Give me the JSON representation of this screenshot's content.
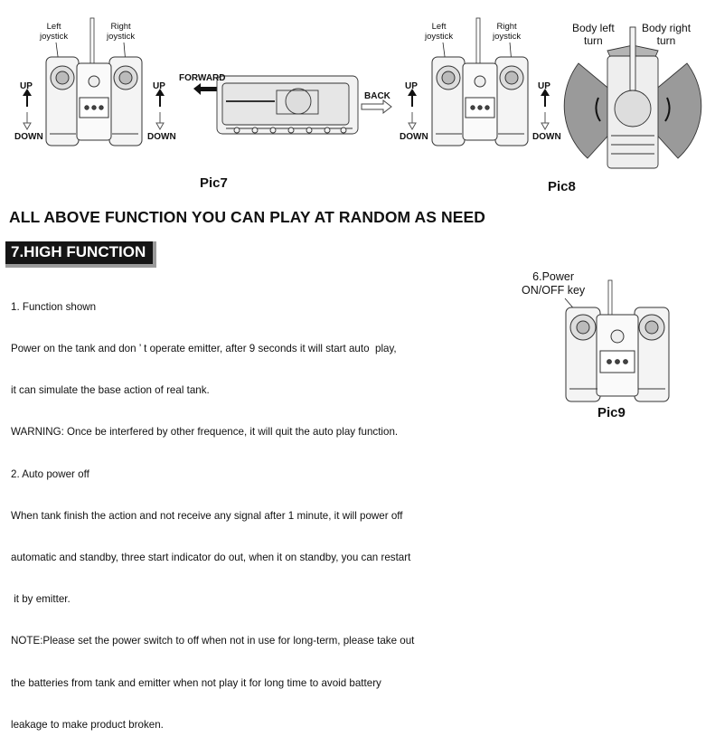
{
  "pic7": {
    "left_joystick": "Left\njoystick",
    "right_joystick": "Right\njoystick",
    "up_left": "UP",
    "down_left": "DOWN",
    "up_right": "UP",
    "down_right": "DOWN",
    "forward": "FORWARD",
    "back": "BACK",
    "caption": "Pic7"
  },
  "pic8": {
    "up_left": "UP",
    "down_left": "DOWN",
    "up_right": "UP",
    "down_right": "DOWN",
    "left_joystick": "Left\njoystick",
    "right_joystick": "Right\njoystick",
    "body_left_turn": "Body left\nturn",
    "body_right_turn": "Body right\nturn",
    "caption": "Pic8"
  },
  "headline": "ALL ABOVE FUNCTION YOU CAN PLAY AT RANDOM AS NEED",
  "section_title": "7.HIGH FUNCTION",
  "body_lines": [
    "1. Function shown",
    "Power on the tank and don ’ t operate emitter, after 9 seconds it will start auto  play,",
    "it can simulate the base action of real tank.",
    "WARNING: Once be interfered by other frequence, it will quit the auto play function.",
    "2. Auto power off",
    "When tank finish the action and not receive any signal after 1 minute, it will power off",
    "automatic and standby, three start indicator do out, when it on standby, you can restart",
    " it by emitter.",
    "NOTE:Please set the power switch to off when not in use for long-term, please take out",
    "the batteries from tank and emitter when not play it for long time to avoid battery",
    "leakage to make product broken."
  ],
  "pic9": {
    "power_label": "6.Power\nON/OFF key",
    "caption": "Pic9"
  }
}
